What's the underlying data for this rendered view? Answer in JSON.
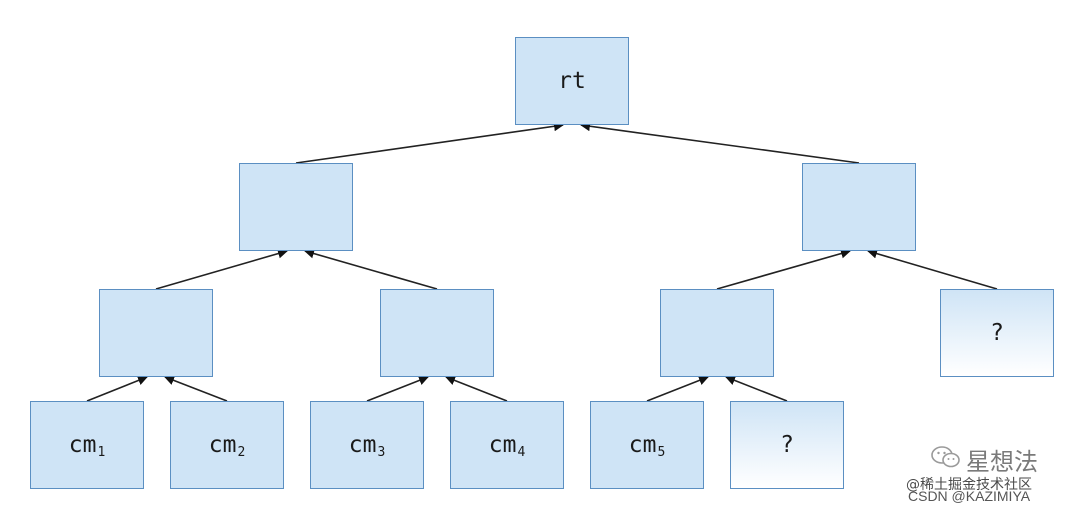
{
  "diagram": {
    "root": {
      "label": "rt"
    },
    "nodes": [
      {
        "id": "rt",
        "label": "rt",
        "sub": ""
      },
      {
        "id": "n1",
        "label": "",
        "sub": ""
      },
      {
        "id": "n2",
        "label": "",
        "sub": ""
      },
      {
        "id": "n3",
        "label": "",
        "sub": ""
      },
      {
        "id": "n4",
        "label": "",
        "sub": ""
      },
      {
        "id": "n5",
        "label": "",
        "sub": ""
      },
      {
        "id": "q1",
        "label": "?",
        "sub": "",
        "pending": true
      },
      {
        "id": "cm1",
        "label": "cm",
        "sub": "1"
      },
      {
        "id": "cm2",
        "label": "cm",
        "sub": "2"
      },
      {
        "id": "cm3",
        "label": "cm",
        "sub": "3"
      },
      {
        "id": "cm4",
        "label": "cm",
        "sub": "4"
      },
      {
        "id": "cm5",
        "label": "cm",
        "sub": "5"
      },
      {
        "id": "q2",
        "label": "?",
        "sub": "",
        "pending": true
      }
    ],
    "edges": [
      {
        "from": "n1",
        "to": "rt"
      },
      {
        "from": "n2",
        "to": "rt"
      },
      {
        "from": "n3",
        "to": "n1"
      },
      {
        "from": "n4",
        "to": "n1"
      },
      {
        "from": "n5",
        "to": "n2"
      },
      {
        "from": "q1",
        "to": "n2"
      },
      {
        "from": "cm1",
        "to": "n3"
      },
      {
        "from": "cm2",
        "to": "n3"
      },
      {
        "from": "cm3",
        "to": "n4"
      },
      {
        "from": "cm4",
        "to": "n4"
      },
      {
        "from": "cm5",
        "to": "n5"
      },
      {
        "from": "q2",
        "to": "n5"
      }
    ],
    "colors": {
      "node_fill": "#cfe4f6",
      "node_border": "#5b8fc2",
      "edge": "#222222"
    }
  },
  "watermark": {
    "brand": "星想法",
    "community": "@稀土掘金技术社区",
    "csdn": "CSDN @KAZIMIYA",
    "logo_icon": "wechat-icon"
  }
}
